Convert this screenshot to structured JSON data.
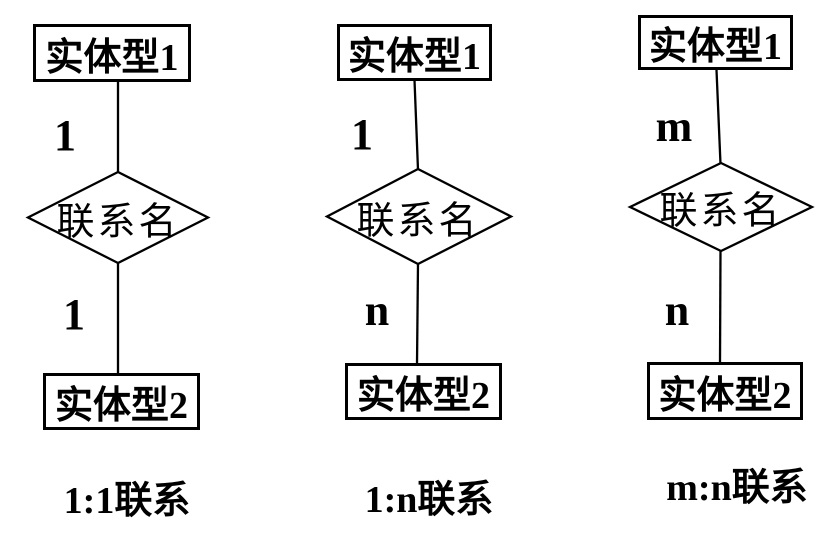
{
  "diagram": {
    "background": "#ffffff",
    "stroke_color": "#000000",
    "columns": [
      {
        "entity_top": "实体型1",
        "cardinality_top": "1",
        "relationship": "联系名",
        "cardinality_bottom": "1",
        "entity_bottom": "实体型2",
        "caption": "1:1联系"
      },
      {
        "entity_top": "实体型1",
        "cardinality_top": "1",
        "relationship": "联系名",
        "cardinality_bottom": "n",
        "entity_bottom": "实体型2",
        "caption": "1:n联系"
      },
      {
        "entity_top": "实体型1",
        "cardinality_top": "m",
        "relationship": "联系名",
        "cardinality_bottom": "n",
        "entity_bottom": "实体型2",
        "caption": "m:n联系"
      }
    ]
  }
}
